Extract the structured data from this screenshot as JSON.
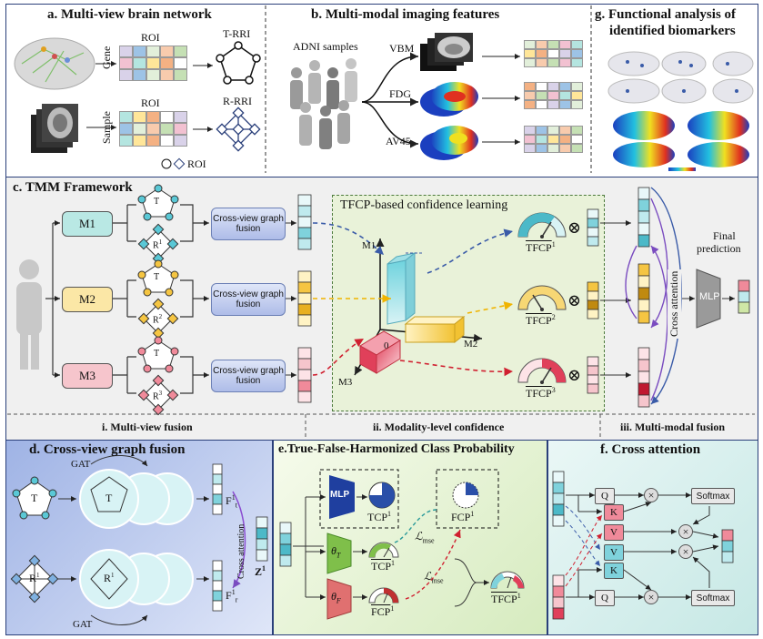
{
  "panels": {
    "a_title": "a. Multi-view brain network",
    "b_title": "b. Multi-modal imaging features",
    "g_title_line1": "g. Functional analysis of",
    "g_title_line2": "identified biomarkers",
    "c_title": "c. TMM Framework",
    "d_title": "d. Cross-view graph fusion",
    "e_title": "e.True-False-Harmonized Class Probability",
    "f_title": "f. Cross attention"
  },
  "panel_a": {
    "roi_top": "ROI",
    "roi_bottom": "ROI",
    "gene": "Gene",
    "sample": "Sample",
    "t_rri": "T-RRI",
    "r_rri": "R-RRI",
    "legend_roi": "ROI"
  },
  "panel_b": {
    "adni": "ADNI samples",
    "vbm": "VBM",
    "fdg": "FDG",
    "av45": "AV45"
  },
  "panel_c": {
    "m1": "M1",
    "m2": "M2",
    "m3": "M3",
    "fusion1": "Cross-view graph fusion",
    "fusion2": "Cross-view graph fusion",
    "fusion3": "Cross-view graph fusion",
    "tfcp_title": "TFCP-based confidence learning",
    "axis_m1": "M1",
    "axis_m2": "M2",
    "axis_m3": "M3",
    "axis_zero": "0",
    "tfcp1": "TFCP",
    "tfcp1_sup": "1",
    "tfcp2": "TFCP",
    "tfcp2_sup": "2",
    "tfcp3": "TFCP",
    "tfcp3_sup": "3",
    "otimes": "⊗",
    "cross_attention": "Cross attention",
    "mlp": "MLP",
    "final_line1": "Final",
    "final_line2": "prediction",
    "t_label": "T",
    "r1": "R",
    "r1_sup": "1",
    "r2": "R",
    "r2_sup": "2",
    "r3": "R",
    "r3_sup": "3"
  },
  "stage_labels": {
    "i": "i. Multi-view fusion",
    "ii": "ii. Modality-level confidence",
    "iii": "iii. Multi-modal fusion"
  },
  "panel_d": {
    "gat_top": "GAT",
    "gat_bottom": "GAT",
    "t": "T",
    "t_big": "T",
    "r1": "R",
    "r1_sup": "1",
    "r1_big": "R",
    "r1_big_sup": "1",
    "ft": "F",
    "ft_sup": "1",
    "ft_sub": "t",
    "fr": "F",
    "fr_sup": "1",
    "fr_sub": "r",
    "cross_attention": "Cross attention",
    "z": "Z",
    "z_sup": "1"
  },
  "panel_e": {
    "mlp": "MLP",
    "tcp": "TCP",
    "tcp_sup": "1",
    "fcp": "FCP",
    "fcp_sup": "1",
    "theta_t": "θ",
    "theta_t_sub": "T",
    "theta_f": "θ",
    "theta_f_sub": "F",
    "tcp_hat": "TCP",
    "tcp_hat_sup": "1",
    "fcp_hat": "FCP",
    "fcp_hat_sup": "1",
    "tfcp_hat": "TFCP",
    "tfcp_hat_sup": "1",
    "lmse1": "ℒ",
    "lmse1_sub": "mse",
    "lmse2": "ℒ",
    "lmse2_sub": "mse"
  },
  "panel_f": {
    "q_top": "Q",
    "k_top": "K",
    "v_top": "V",
    "v_bottom": "V",
    "k_bottom": "K",
    "q_bottom": "Q",
    "softmax_top": "Softmax",
    "softmax_bottom": "Softmax",
    "times": "×"
  },
  "colors": {
    "m1_fill": "#b9e8e4",
    "m2_fill": "#fbe7a6",
    "m3_fill": "#f6c5cc",
    "cyan_node": "#5ac8d6",
    "yellow_node": "#f5c542",
    "pink_node": "#f08a9a",
    "tfcp_bg": "#eef5e1",
    "panel_d_bg": "#c7d2ef",
    "panel_e_bg": "#e9f4d8",
    "panel_f_bg": "#d9f0ee",
    "panel_c_bg": "#f0f0f0",
    "border_blue": "#2a3f7a"
  }
}
